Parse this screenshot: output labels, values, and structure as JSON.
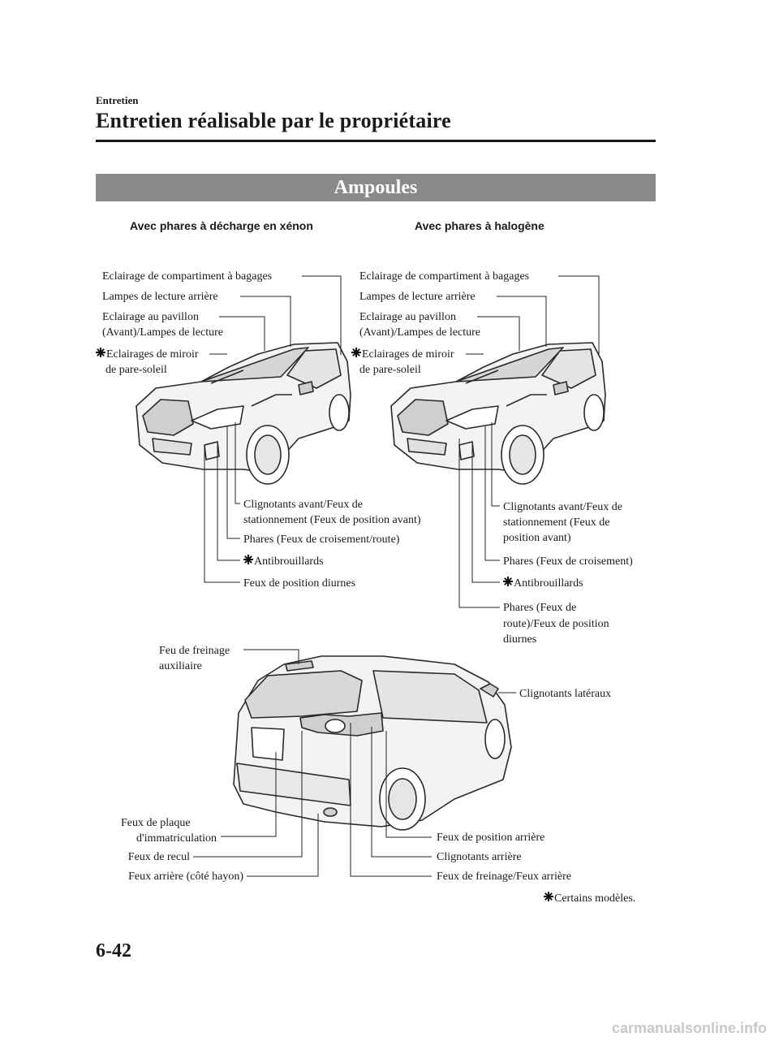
{
  "header": {
    "section": "Entretien",
    "title": "Entretien réalisable par le propriétaire"
  },
  "banner": "Ampoules",
  "xenon": {
    "subhead": "Avec phares à décharge en xénon",
    "labels": {
      "cargo": "Eclairage de compartiment à bagages",
      "rear_reading": "Lampes de lecture arrière",
      "overhead_1": "Eclairage au pavillon",
      "overhead_2": "(Avant)/Lampes de lecture",
      "vanity_1": "Eclairages de miroir",
      "vanity_2": "de pare-soleil",
      "turn_1": "Clignotants avant/Feux de",
      "turn_2": "stationnement (Feux de position avant)",
      "headlights": "Phares (Feux de croisement/route)",
      "fog": "Antibrouillards",
      "drl": "Feux de position diurnes"
    }
  },
  "halogen": {
    "subhead": "Avec phares à halogène",
    "labels": {
      "cargo": "Eclairage de compartiment à bagages",
      "rear_reading": "Lampes de lecture arrière",
      "overhead_1": "Eclairage au pavillon",
      "overhead_2": "(Avant)/Lampes de lecture",
      "vanity_1": "Eclairages de miroir",
      "vanity_2": "de pare-soleil",
      "turn_1": "Clignotants avant/Feux de",
      "turn_2": "stationnement (Feux de",
      "turn_3": "position avant)",
      "low_beam": "Phares (Feux de croisement)",
      "fog": "Antibrouillards",
      "high_1": "Phares (Feux de",
      "high_2": "route)/Feux de position",
      "high_3": "diurnes"
    }
  },
  "rear": {
    "labels": {
      "brake_aux_1": "Feu de freinage",
      "brake_aux_2": "auxiliaire",
      "side_turn": "Clignotants latéraux",
      "plate_1": "Feux de plaque",
      "plate_2": "d'immatriculation",
      "reverse": "Feux de recul",
      "tail_gate": "Feux arrière (côté hayon)",
      "rear_position": "Feux de position arrière",
      "rear_turn": "Clignotants arrière",
      "brake_tail": "Feux de freinage/Feux arrière"
    }
  },
  "footnote": "Certains modèles.",
  "page_number": "6-42",
  "footer_watermark": "carmanualsonline.info"
}
